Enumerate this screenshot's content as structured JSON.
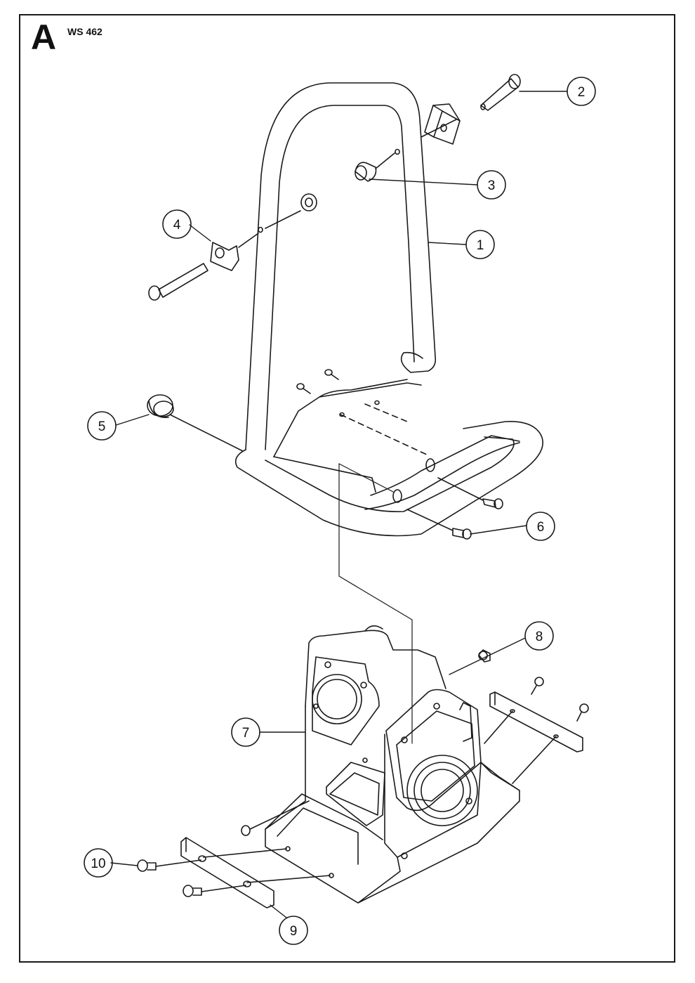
{
  "diagram": {
    "section_letter": "A",
    "model": "WS 462",
    "callouts": [
      {
        "id": "callout-1",
        "label": "1"
      },
      {
        "id": "callout-2",
        "label": "2"
      },
      {
        "id": "callout-3",
        "label": "3"
      },
      {
        "id": "callout-4",
        "label": "4"
      },
      {
        "id": "callout-5",
        "label": "5"
      },
      {
        "id": "callout-6",
        "label": "6"
      },
      {
        "id": "callout-7",
        "label": "7"
      },
      {
        "id": "callout-8",
        "label": "8"
      },
      {
        "id": "callout-9",
        "label": "9"
      },
      {
        "id": "callout-10",
        "label": "10"
      }
    ]
  },
  "colors": {
    "line": "#1a1a1a",
    "background": "#ffffff"
  }
}
